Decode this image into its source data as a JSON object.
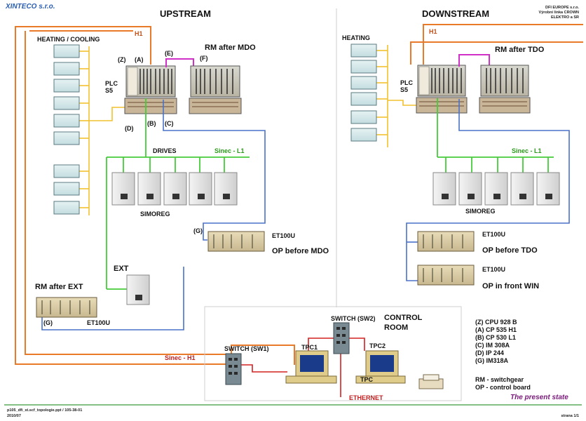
{
  "colors": {
    "h1_bus": "#e87a2a",
    "l1_bus": "#46cc3a",
    "profibus": "#4a72c8",
    "ethernet": "#d42020",
    "heating_line": "#f2c12e",
    "rack_link": "#d030c8",
    "footer_line": "#3a9a3a",
    "caption": "#7a1a7a"
  },
  "header": {
    "logo": "XINTECO s.r.o.",
    "company_lines": [
      "DFI EUROPE s.r.o.",
      "Výrobní linka CROWN",
      "ELEKTRO a SR"
    ]
  },
  "upstream": {
    "title": "UPSTREAM",
    "heating_label": "HEATING / COOLING",
    "plc_label": [
      "PLC",
      "S5"
    ],
    "rm_mdo_label": "RM after MDO",
    "tag_z": "(Z)",
    "tag_a": "(A)",
    "tag_e": "(E)",
    "tag_f": "(F)",
    "tag_b": "(B)",
    "tag_c": "(C)",
    "tag_d": "(D)",
    "tag_g": "(G)",
    "h1_label": "H1",
    "drives_label": "DRIVES",
    "sinec_l1": "Sinec - L1",
    "simoreg": "SIMOREG",
    "et100u": "ET100U",
    "op_label": "OP before MDO",
    "ext_label": "EXT",
    "rm_ext_label": "RM after EXT",
    "rm_ext_g": "(G)",
    "rm_ext_et": "ET100U"
  },
  "downstream": {
    "title": "DOWNSTREAM",
    "heating_label": "HEATING",
    "plc_label": [
      "PLC",
      "S5"
    ],
    "rm_tdo_label": "RM after TDO",
    "h1_label": "H1",
    "sinec_l1": "Sinec - L1",
    "simoreg": "SIMOREG",
    "et1": "ET100U",
    "op1": "OP before TDO",
    "et2": "ET100U",
    "op2": "OP in front WIN"
  },
  "control_room": {
    "title": [
      "CONTROL",
      "ROOM"
    ],
    "switch1": "SWITCH (SW1)",
    "switch2": "SWITCH (SW2)",
    "tpc1": "TPC1",
    "tpc2": "TPC2",
    "tpc": "TPC",
    "ethernet": "ETHERNET",
    "sinec_h1": "Sinec - H1"
  },
  "legend": {
    "items": [
      "(Z)  CPU 928 B",
      "(A)  CP 535   H1",
      "(B)  CP 530   L1",
      "(C)  IM 308A",
      "(D)  IP 244",
      "(G)  IM318A"
    ],
    "notes": [
      "RM - switchgear",
      "OP - control board"
    ]
  },
  "caption": "The present state",
  "footer": {
    "file": "p105_dfi_st.scf_topologie.ppt / 105-38-01",
    "date": "2010/07",
    "page": "strana 1/1"
  }
}
